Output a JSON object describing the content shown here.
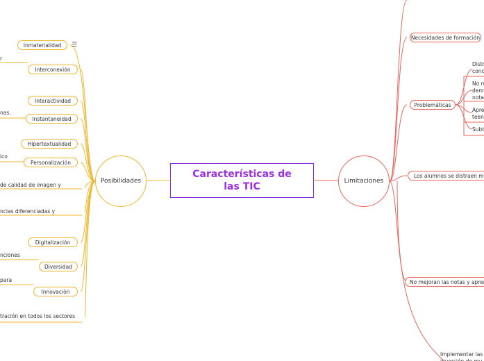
{
  "central": {
    "title": "Características de las TIC"
  },
  "left": {
    "label": "Posibilidades",
    "items": [
      {
        "label": "Inmaterialidad",
        "note": ""
      },
      {
        "label": "Interconexión",
        "note": "r"
      },
      {
        "label": "Interactividad",
        "note": ""
      },
      {
        "label": "Instantaneidad",
        "note": "nas."
      },
      {
        "label": "Hipertextualidad",
        "note": ""
      },
      {
        "label": "Personalización",
        "note": "ico"
      },
      {
        "label": "de calidad de imagen y",
        "note": ""
      },
      {
        "label": "ncias diferenciadas y",
        "note": ""
      },
      {
        "label": "Digitalización",
        "note": ""
      },
      {
        "label": "Diversidad",
        "note": "nciones"
      },
      {
        "label": "Innovación",
        "note": "para"
      },
      {
        "label": "tración en todos los sectores",
        "note": ""
      }
    ]
  },
  "right": {
    "label": "Limitaciones",
    "items": [
      {
        "label": "Necesidades de formación"
      },
      {
        "label": "Problemáticas"
      },
      {
        "label": "Los alumnos se distraen más"
      },
      {
        "label": "No mejoran las notas y aprende"
      }
    ],
    "problematicas": [
      {
        "text": "Distr\nconce"
      },
      {
        "text": "No m\ndema\nnotas"
      },
      {
        "text": "Apre\nteenc"
      },
      {
        "text": "Subte"
      }
    ],
    "footer": "Implementar las T\ninversión de mu"
  },
  "colors": {
    "left": "#f0b429",
    "right": "#e8645a",
    "central": "#8a2be2"
  },
  "icons": {
    "menu": "menu-lines-icon"
  }
}
